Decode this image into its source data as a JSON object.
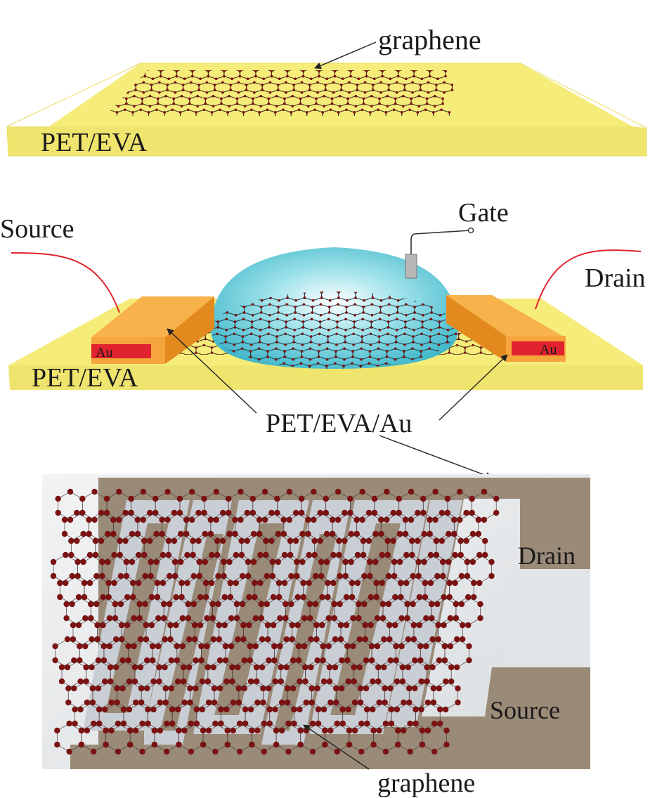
{
  "panel_top": {
    "graphene_label": "graphene",
    "substrate_label": "PET/EVA"
  },
  "panel_middle": {
    "source_label": "Source",
    "gate_label": "Gate",
    "drain_label": "Drain",
    "substrate_label": "PET/EVA",
    "electrode_left_label": "Au",
    "electrode_right_label": "Au",
    "electrode_callout": "PET/EVA/Au"
  },
  "panel_bottom": {
    "drain_label": "Drain",
    "source_label": "Source",
    "graphene_label": "graphene"
  },
  "colors": {
    "substrate": "#f5ec7a",
    "substrate_edge": "#ece169",
    "electrode": "#f6a53c",
    "electrode_side": "#e98a1f",
    "au_strip": "#e0232e",
    "droplet": "#58c9d8",
    "wire": "#e0232e",
    "carbon_atom": "#7a1212",
    "gold_film": "#9a8a78",
    "channel": "#c8ccd2",
    "photo_bg": "#e6e8ea"
  }
}
